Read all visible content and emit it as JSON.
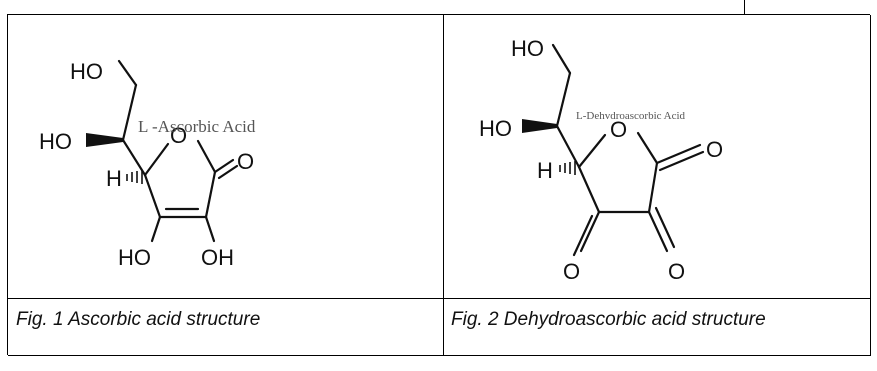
{
  "figure1": {
    "name_label": "L -Ascorbic Acid",
    "atoms": {
      "ho_top": "HO",
      "ho_left": "HO",
      "ring_o": "O",
      "carbonyl_o": "O",
      "h": "H",
      "ho_bottom": "HO",
      "oh_bottom": "OH"
    },
    "caption": "Fig. 1 Ascorbic acid structure"
  },
  "figure2": {
    "name_label": "L-Dehvdroascorbic Acid",
    "atoms": {
      "ho_top": "HO",
      "ho_left": "HO",
      "ring_o": "O",
      "carbonyl_o": "O",
      "h": "H",
      "o_bottom_left": "O",
      "o_bottom_right": "O"
    },
    "caption": "Fig. 2 Dehydroascorbic acid structure"
  }
}
